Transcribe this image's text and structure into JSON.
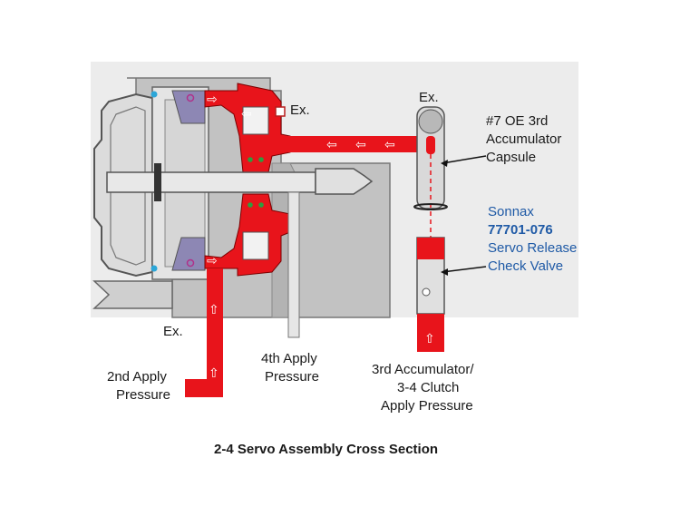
{
  "labels": {
    "exhaust_top": "Ex.",
    "exhaust_right": "Ex.",
    "exhaust_bottom": "Ex.",
    "oe_capsule": [
      "#7 OE 3rd",
      "Accumulator",
      "Capsule"
    ],
    "sonnax_brand": "Sonnax",
    "sonnax_part": "77701-076",
    "sonnax_desc": [
      "Servo Release",
      "Check Valve"
    ],
    "second_apply": [
      "2nd Apply",
      "Pressure"
    ],
    "fourth_apply": [
      "4th Apply",
      "Pressure"
    ],
    "third_accum": [
      "3rd Accumulator/",
      "3-4 Clutch",
      "Apply Pressure"
    ]
  },
  "caption": "2-4 Servo Assembly Cross Section",
  "colors": {
    "fluid_red": "#e8141b",
    "housing_gray": "#c9c9c9",
    "housing_dark": "#8f8f8f",
    "label_blue": "#1f5aa6",
    "text": "#1a1a1a"
  }
}
